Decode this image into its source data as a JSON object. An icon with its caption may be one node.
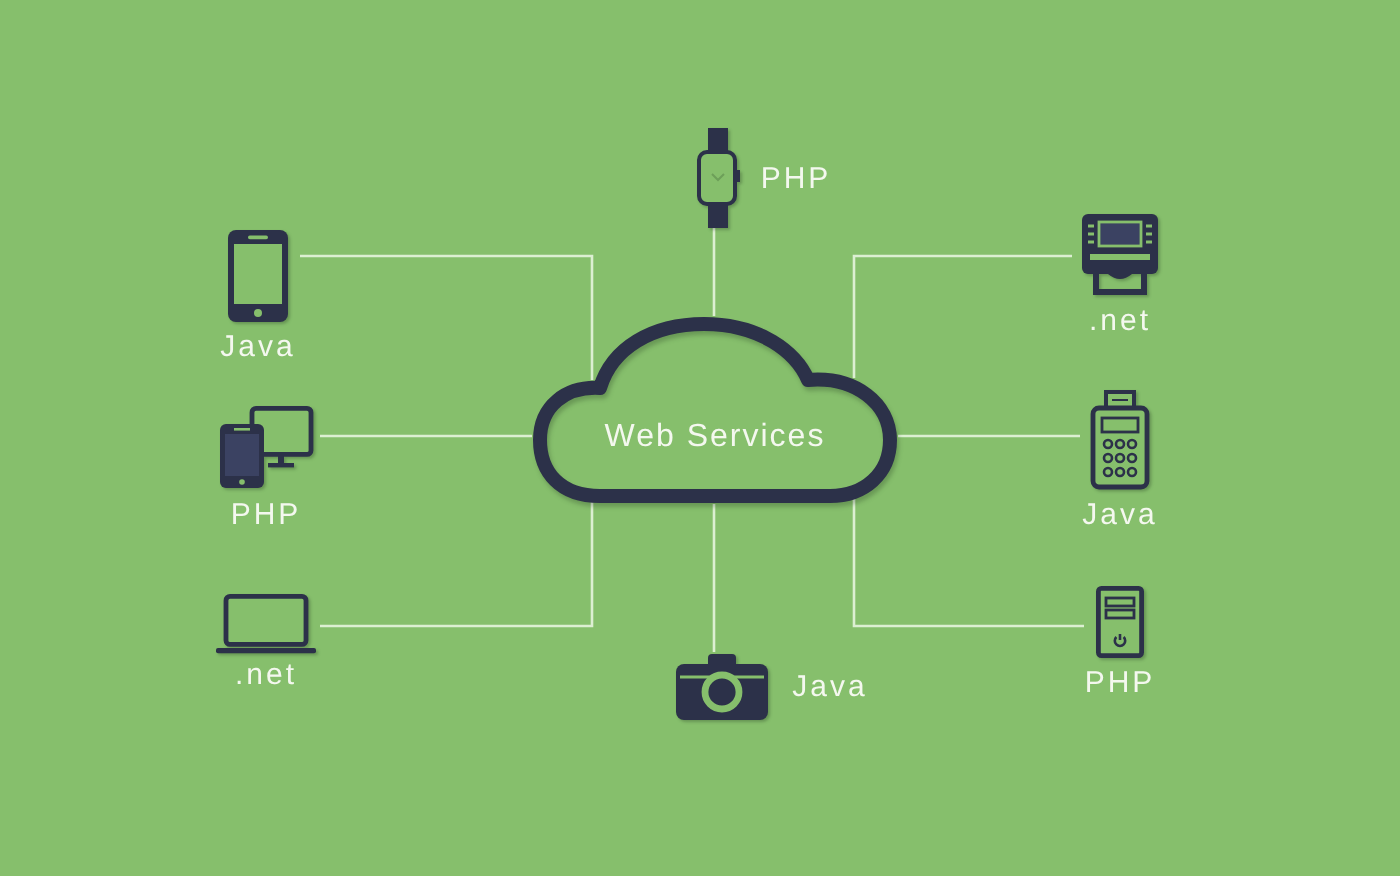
{
  "diagram": {
    "nodes": [
      {
        "text": [
          "PHP"
        ]
      },
      {
        "text": [
          "Java"
        ]
      },
      {
        "text": [
          ".net"
        ]
      },
      {
        "text": [
          "PHP"
        ]
      },
      {
        "text": [
          "Web Services"
        ]
      },
      {
        "text": [
          "Java"
        ]
      },
      {
        "text": [
          ".net"
        ]
      },
      {
        "text": [
          "Java"
        ]
      },
      {
        "text": [
          "PHP"
        ]
      }
    ],
    "edges": [
      {
        "from": 0,
        "to": 4,
        "arrow": "none"
      },
      {
        "from": 1,
        "to": 4,
        "arrow": "none"
      },
      {
        "from": 2,
        "to": 4,
        "arrow": "none"
      },
      {
        "from": 3,
        "to": 4,
        "arrow": "none"
      },
      {
        "from": 5,
        "to": 4,
        "arrow": "none"
      },
      {
        "from": 6,
        "to": 4,
        "arrow": "none"
      },
      {
        "from": 7,
        "to": 4,
        "arrow": "none"
      },
      {
        "from": 8,
        "to": 4,
        "arrow": "none"
      }
    ]
  }
}
